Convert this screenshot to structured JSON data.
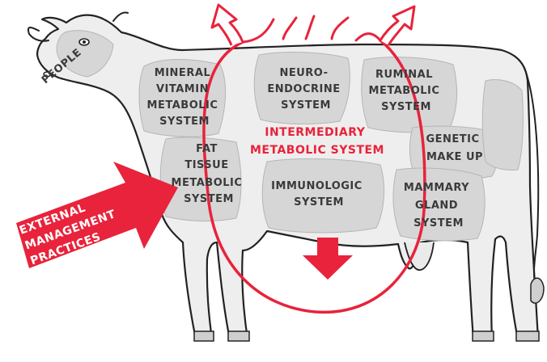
{
  "colors": {
    "accent": "#e8233b",
    "text": "#3a3a3a",
    "body_fill": "#eeeeee",
    "patch_fill": "#d6d6d6"
  },
  "labels": {
    "people": "PEOPLE",
    "mineral_vitamin": [
      "MINERAL",
      "VITAMIN",
      "METABOLIC",
      "SYSTEM"
    ],
    "neuro_endocrine": [
      "NEURO-",
      "ENDOCRINE",
      "SYSTEM"
    ],
    "ruminal": [
      "RUMINAL",
      "METABOLIC",
      "SYSTEM"
    ],
    "intermediary": [
      "INTERMEDIARY",
      "METABOLIC SYSTEM"
    ],
    "genetic": [
      "GENETIC",
      "MAKE UP"
    ],
    "fat_tissue": [
      "FAT",
      "TISSUE",
      "METABOLIC",
      "SYSTEM"
    ],
    "immunologic": [
      "IMMUNOLOGIC",
      "SYSTEM"
    ],
    "mammary": [
      "MAMMARY",
      "GLAND",
      "SYSTEM"
    ],
    "external": [
      "EXTERNAL",
      "MANAGEMENT",
      "PRACTICES"
    ]
  }
}
